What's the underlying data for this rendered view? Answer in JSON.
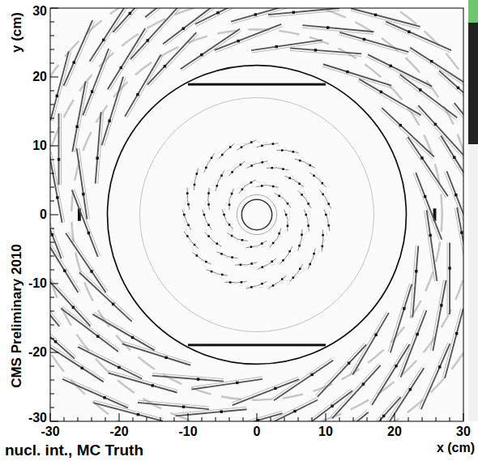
{
  "diagram": {
    "labels": [
      "y (cm)",
      "30",
      "20",
      "10",
      "0",
      "-10",
      "-20",
      "-30",
      "-30",
      "-20",
      "-10",
      "0",
      "10",
      "20",
      "30",
      "x (cm)",
      "CMS Preliminary 2010",
      "nucl. int., MC Truth"
    ]
  }
}
